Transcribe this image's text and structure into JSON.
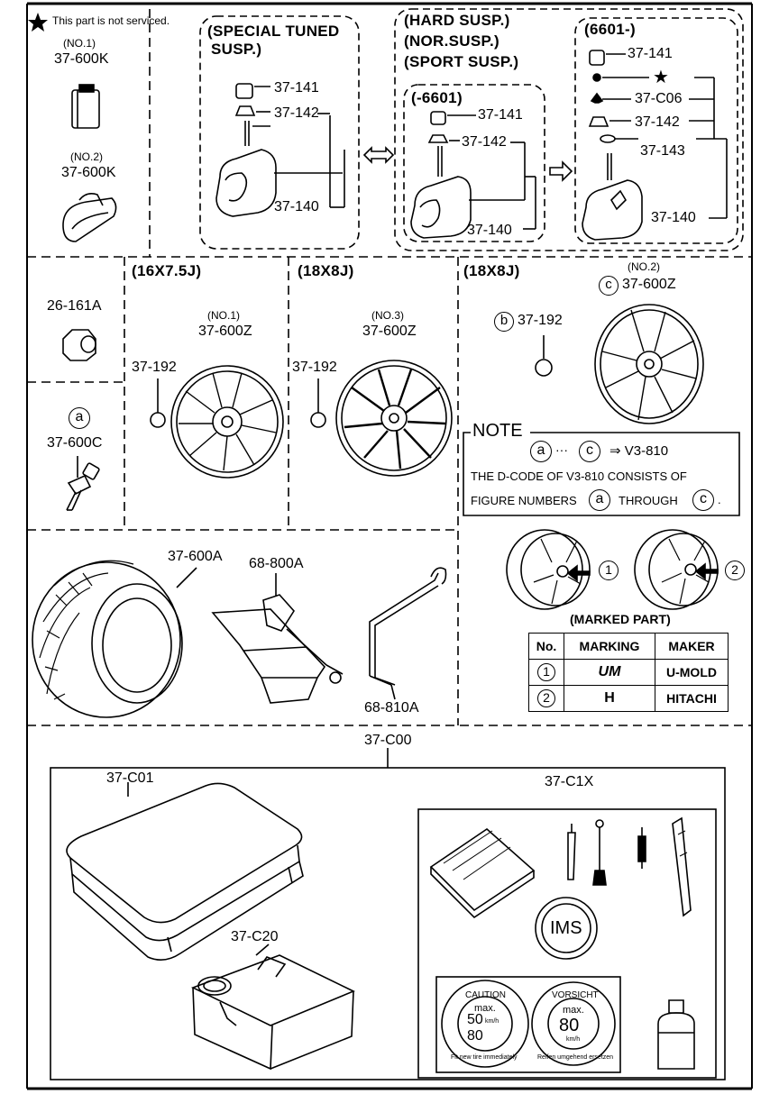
{
  "note_not_serviced": "This part is not serviced.",
  "parts": {
    "p600k_no1": {
      "no": "(NO.1)",
      "code": "37-600K"
    },
    "p600k_no2": {
      "no": "(NO.2)",
      "code": "37-600K"
    },
    "p26161a": "26-161A",
    "p600c": "37-600C",
    "p192": "37-192",
    "p600z_no1": {
      "no": "(NO.1)",
      "code": "37-600Z"
    },
    "p600z_no2": {
      "no": "(NO.2)",
      "code": "37-600Z"
    },
    "p600z_no3": {
      "no": "(NO.3)",
      "code": "37-600Z"
    },
    "p141": "37-141",
    "p142": "37-142",
    "p140": "37-140",
    "p143": "37-143",
    "pc06": "37-C06",
    "p600a": "37-600A",
    "p800a": "68-800A",
    "p810a": "68-810A",
    "pc00": "37-C00",
    "pc01": "37-C01",
    "pc1x": "37-C1X",
    "pc20": "37-C20"
  },
  "sections": {
    "special_tuned": "(SPECIAL TUNED",
    "special_tuned2": "SUSP.)",
    "hard": "(HARD SUSP.)",
    "nor": "(NOR.SUSP.)",
    "sport": "(SPORT SUSP.)",
    "pre6601": "(-6601)",
    "post6601": "(6601-)",
    "w16": "(16X7.5J)",
    "w18a": "(18X8J)",
    "w18b": "(18X8J)"
  },
  "callouts": {
    "a": "a",
    "b": "b",
    "c": "c",
    "one": "1",
    "two": "2"
  },
  "note_box": {
    "title": "NOTE",
    "line1_dots": "···",
    "line1_arrow": "⇒ V3-810",
    "line2": "THE D-CODE OF   V3-810   CONSISTS OF",
    "line3a": "FIGURE NUMBERS",
    "line3b": "THROUGH",
    "line3c": "."
  },
  "marked_part": "(MARKED PART)",
  "maker_table": {
    "headers": [
      "No.",
      "MARKING",
      "MAKER"
    ],
    "rows": [
      {
        "no": "1",
        "marking": "UM",
        "maker": "U-MOLD"
      },
      {
        "no": "2",
        "marking": "H",
        "maker": "HITACHI"
      }
    ]
  },
  "ims": "IMS",
  "sticker1": {
    "title": "CAUTION",
    "max": "max.",
    "v1": "50",
    "v2": "80",
    "unit": "km/h",
    "ring": "Fit new tire immediately"
  },
  "sticker2": {
    "title": "VORSICHT",
    "max": "max.",
    "v1": "80",
    "unit": "km/h",
    "ring": "Reifen umgehend ersetzen"
  }
}
